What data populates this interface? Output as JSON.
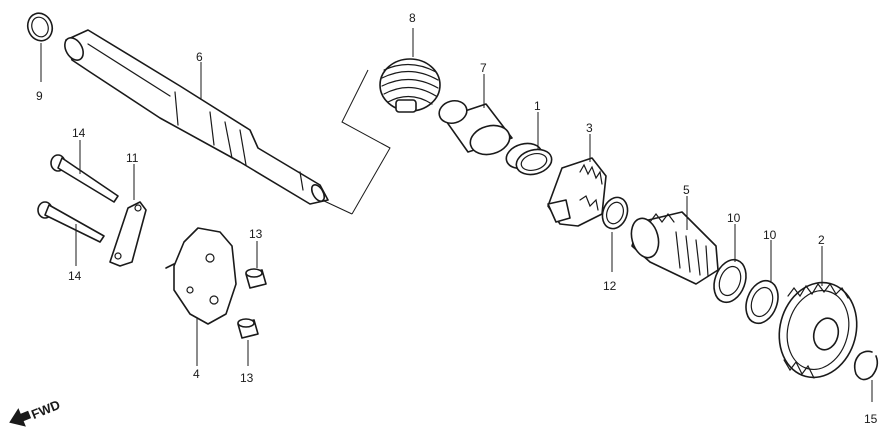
{
  "callouts": {
    "c1": "1",
    "c2": "2",
    "c3": "3",
    "c4": "4",
    "c5": "5",
    "c6": "6",
    "c7": "7",
    "c8": "8",
    "c9": "9",
    "c10a": "10",
    "c10b": "10",
    "c11": "11",
    "c12": "12",
    "c13a": "13",
    "c13b": "13",
    "c14a": "14",
    "c14b": "14",
    "c15": "15"
  },
  "direction_label": "FWD",
  "colors": {
    "ink": "#1a1a1a",
    "paper": "#ffffff"
  }
}
